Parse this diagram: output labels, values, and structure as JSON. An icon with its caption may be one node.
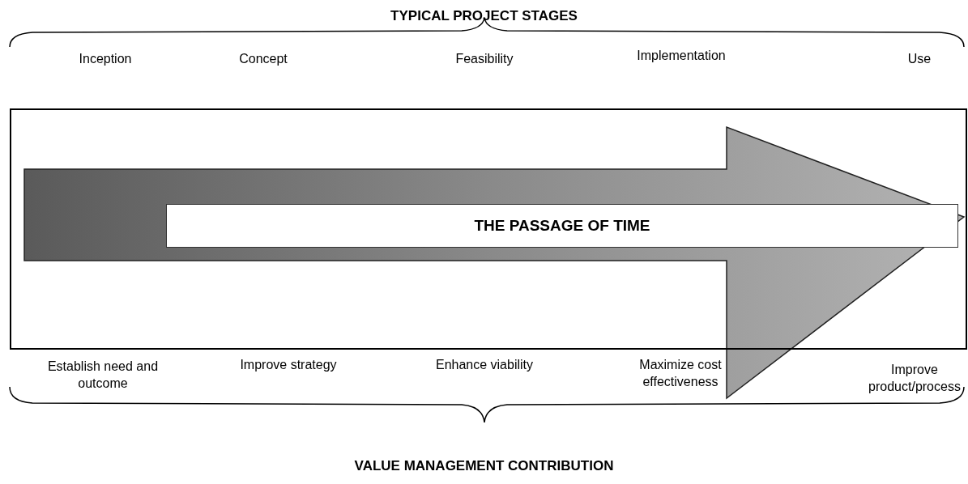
{
  "diagram": {
    "title": "TYPICAL PROJECT STAGES",
    "caption": "VALUE MANAGEMENT CONTRIBUTION",
    "nodes": [
      {
        "text": [],
        "shape": "box"
      },
      {
        "text": [
          "THE PASSAGE OF TIME"
        ],
        "in": 0
      }
    ],
    "labels": [
      "Inception",
      "Concept",
      "Feasibility",
      "Implementation",
      "Use",
      "Establish need and outcome",
      "Improve strategy",
      "Enhance viability",
      "Maximize cost effectiveness",
      "Improve product/process"
    ]
  }
}
